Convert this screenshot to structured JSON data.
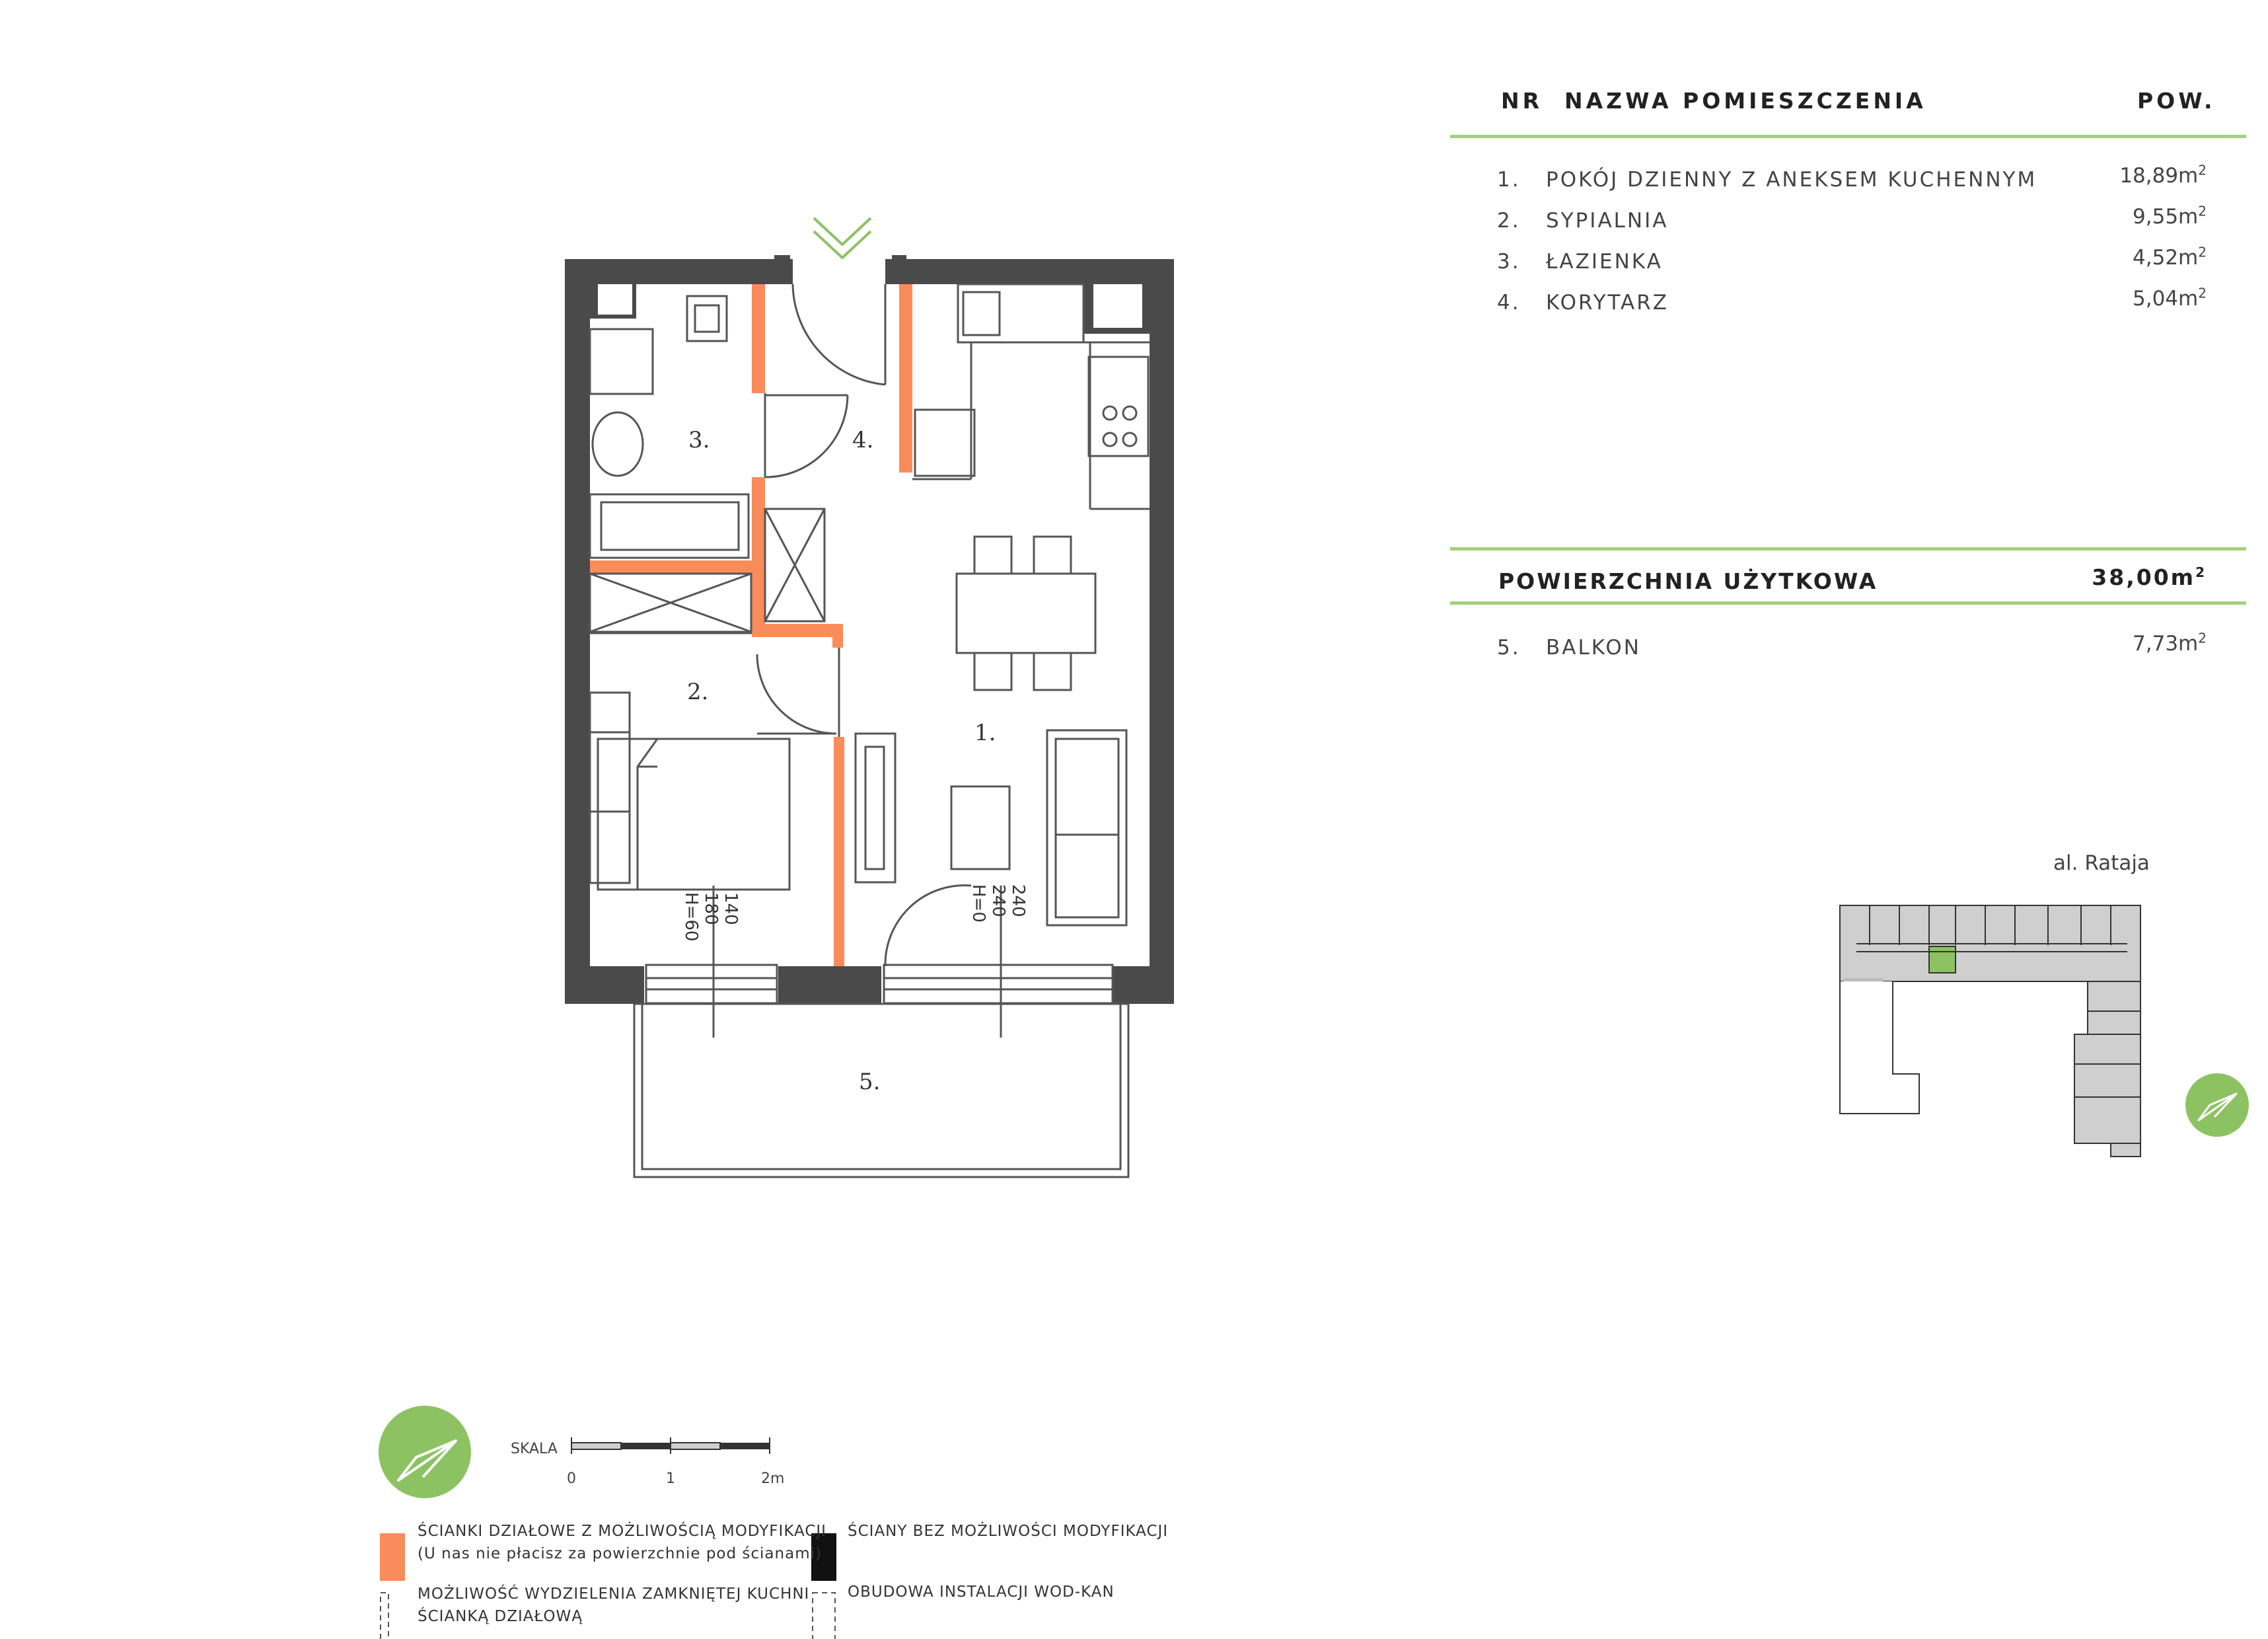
{
  "table": {
    "header": {
      "nr": "NR",
      "name": "NAZWA POMIESZCZENIA",
      "area": "POW."
    },
    "rooms": [
      {
        "nr": "1.",
        "name": "POKÓJ DZIENNY Z ANEKSEM KUCHENNYM",
        "area": "18,89m",
        "unit_sup": "2"
      },
      {
        "nr": "2.",
        "name": "SYPIALNIA",
        "area": "9,55m",
        "unit_sup": "2"
      },
      {
        "nr": "3.",
        "name": "ŁAZIENKA",
        "area": "4,52m",
        "unit_sup": "2"
      },
      {
        "nr": "4.",
        "name": "KORYTARZ",
        "area": "5,04m",
        "unit_sup": "2"
      }
    ],
    "usable": {
      "label": "POWIERZCHNIA UŻYTKOWA",
      "area": "38,00m",
      "unit_sup": "2"
    },
    "balcony": {
      "nr": "5.",
      "name": "BALKON",
      "area": "7,73m",
      "unit_sup": "2"
    }
  },
  "plan": {
    "room_labels": [
      "1.",
      "2.",
      "3.",
      "4.",
      "5."
    ],
    "window_marks": [
      {
        "lines": [
          "140",
          "180",
          "H=60"
        ]
      },
      {
        "lines": [
          "240",
          "240",
          "H=0"
        ]
      }
    ]
  },
  "locator": {
    "street": "al. Rataja"
  },
  "scale": {
    "label": "SKALA",
    "ticks": [
      "0",
      "1",
      "2m"
    ]
  },
  "legend": {
    "orange": [
      "ŚCIANKI DZIAŁOWE Z MOŻLIWOŚCIĄ MODYFIKACJI",
      "(U nas nie płacisz za powierzchnie pod ścianami)"
    ],
    "black": "ŚCIANY BEZ MOŻLIWOŚCI MODYFIKACJI",
    "kitchen": [
      "MOŻLIWOŚĆ WYDZIELENIA ZAMKNIĘTEJ KUCHNI",
      "ŚCIANKĄ DZIAŁOWĄ"
    ],
    "wodkan": "OBUDOWA INSTALACJI WOD-KAN"
  },
  "colors": {
    "accent_green": "#8dc263",
    "line_green": "#a3d07a",
    "orange_wall": "#f98c5a",
    "fixed_wall": "#4a4a4a",
    "text": "#3a3a3a"
  },
  "icons": [
    "north-arrow-icon",
    "entrance-chevron-icon",
    "compass-icon"
  ]
}
